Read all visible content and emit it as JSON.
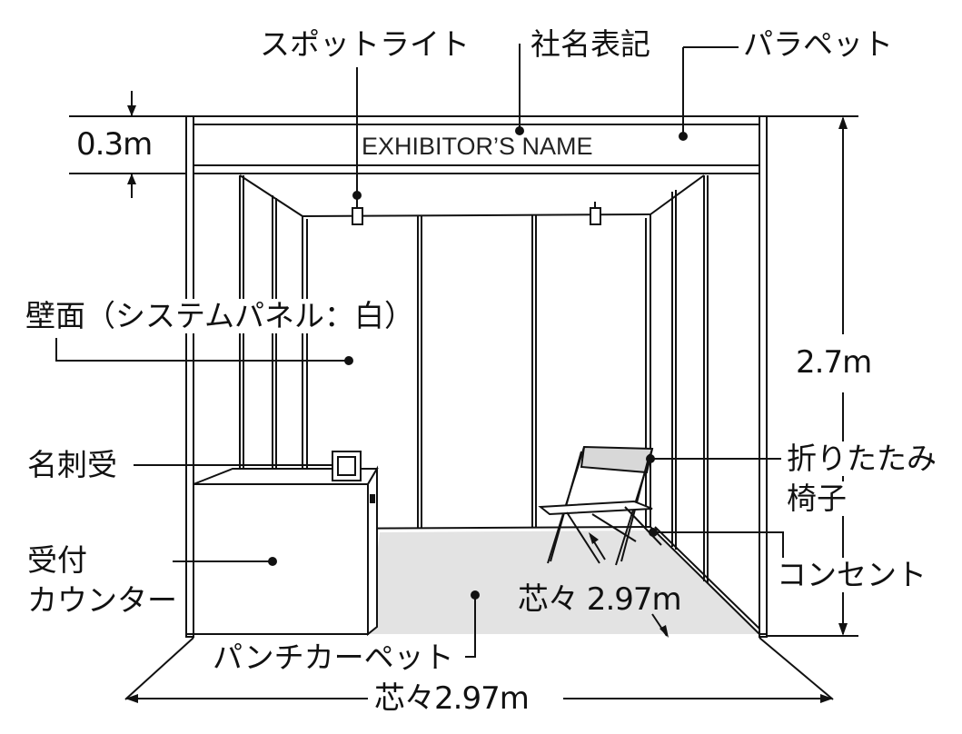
{
  "labels": {
    "spotlight": "スポットライト",
    "company_name_sign": "社名表記",
    "parapet": "パラペット",
    "fascia_height": "0.3m",
    "wall": "壁面（システムパネル：白）",
    "booth_height": "2.7m",
    "card_holder": "名刺受",
    "folding_chair_line1": "折りたたみ",
    "folding_chair_line2": "椅子",
    "reception_counter_line1": "受付",
    "reception_counter_line2": "カウンター",
    "outlet": "コンセント",
    "depth": "芯々 2.97m",
    "punch_carpet": "パンチカーペット",
    "width": "芯々2.97m"
  },
  "sign": {
    "text": "EXHIBITOR’S NAME"
  },
  "colors": {
    "line": "#111111",
    "carpet": "#e3e3e3",
    "chair_seat": "#d8d8d8",
    "background": "#ffffff"
  }
}
